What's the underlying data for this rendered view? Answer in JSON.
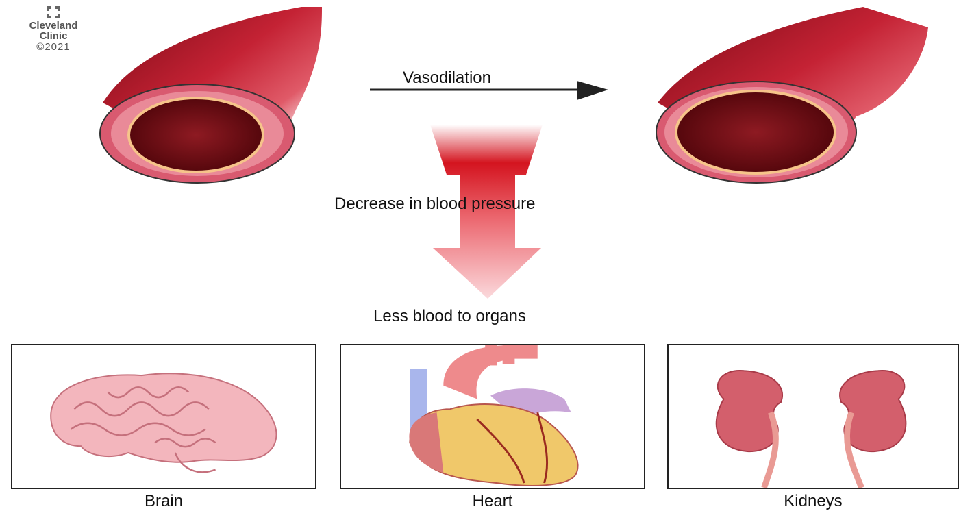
{
  "logo": {
    "line1": "Cleveland",
    "line2": "Clinic",
    "line3": "©2021"
  },
  "labels": {
    "vasodilation": "Vasodilation",
    "decrease": "Decrease in blood pressure",
    "less_blood": "Less blood to organs"
  },
  "organs": [
    {
      "name": "Brain"
    },
    {
      "name": "Heart"
    },
    {
      "name": "Kidneys"
    }
  ],
  "colors": {
    "vessel_dark": "#8a0f1c",
    "vessel_mid": "#c8283a",
    "vessel_wall": "#e07a8a",
    "arrow_red": "#d4141f",
    "organ_pink": "#f3b6bd"
  }
}
